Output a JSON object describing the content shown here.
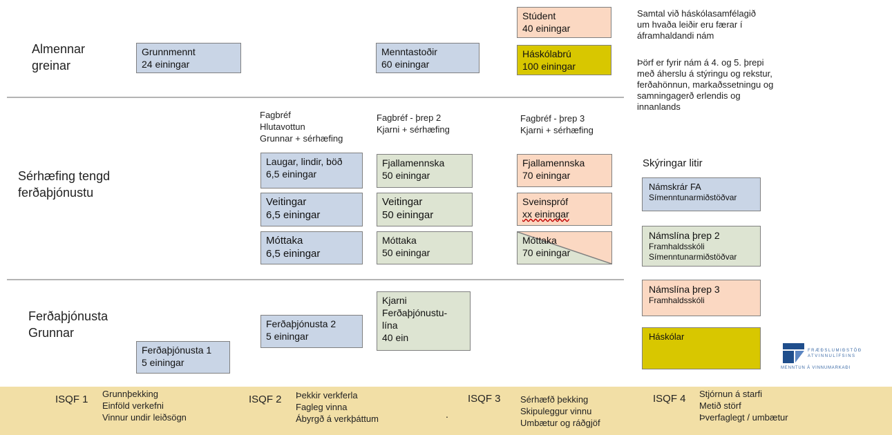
{
  "rows": {
    "almennar": "Almennar\ngreinar",
    "serhaefing": "Sérhæfing tengd\nferðaþjónustu",
    "grunnar": "Ferðaþjónusta\nGrunnar"
  },
  "boxes": {
    "grunnmennt": [
      "Grunnmennt",
      "24 einingar"
    ],
    "menntastodir": [
      "Menntastoðir",
      "60 einingar"
    ],
    "student": [
      "Stúdent",
      "40 einingar"
    ],
    "haskolabru": [
      "Háskólabrú",
      "100 einingar"
    ],
    "laugar": [
      "Laugar, lindir, böð",
      "6,5 einingar"
    ],
    "veitingar1": [
      "Veitingar",
      "6,5 einingar"
    ],
    "mottaka1": [
      "Móttaka",
      "6,5 einingar"
    ],
    "fjall2": [
      "Fjallamennska",
      "50 einingar"
    ],
    "veitingar2": [
      "Veitingar",
      "50 einingar"
    ],
    "mottaka2": [
      "Móttaka",
      "50 einingar"
    ],
    "fjall3": [
      "Fjallamennska",
      "70 einingar"
    ],
    "sveinsprof": [
      "Sveinspróf",
      "xx einingar"
    ],
    "mottaka3": [
      "Móttaka",
      "70 einingar"
    ],
    "kjarni": [
      "Kjarni",
      "Ferðaþjónustu-",
      "lína",
      "40 ein"
    ],
    "ferd2": [
      "Ferðaþjónusta 2",
      "5 einingar"
    ],
    "ferd1": [
      "Ferðaþjónusta 1",
      "5 einingar"
    ]
  },
  "headers": {
    "fagbref1": [
      "Fagbréf",
      "Hlutavottun",
      "Grunnar + sérhæfing"
    ],
    "fagbref2": [
      "Fagbréf - þrep 2",
      "Kjarni + sérhæfing"
    ],
    "fagbref3": [
      "Fagbréf - þrep 3",
      "Kjarni + sérhæfing"
    ]
  },
  "notes": {
    "samtal": "Samtal við háskólasamfélagið um hvaða leiðir eru færar í áframhaldandi nám",
    "thorf": "Þörf er fyrir nám á 4. og 5. þrepi með áherslu á stýringu og rekstur, ferðahönnun, markaðssetningu og samningagerð erlendis og innanlands"
  },
  "legend": {
    "title": "Skýringar litir",
    "items": [
      {
        "main": "Námskrár FA",
        "sub": [
          "Símenntunarmiðstöðvar"
        ],
        "color": "#c9d5e6"
      },
      {
        "main": "Námslína þrep 2",
        "sub": [
          "Framhaldsskóli",
          "Símenntunarmiðstöðvar"
        ],
        "color": "#dde4d2"
      },
      {
        "main": "Námslína þrep 3",
        "sub": [
          "Framhaldsskóli"
        ],
        "color": "#fbd8c2"
      },
      {
        "main": "Háskólar",
        "sub": [],
        "color": "#d8c700"
      }
    ]
  },
  "logo": {
    "line1": "FRÆÐSLUMIÐSTÖÐ",
    "line2": "ATVINNULÍFSINS",
    "line3": "MENNTUN Á VINNUMARKAÐI"
  },
  "footer": {
    "isqf1": {
      "label": "ISQF 1",
      "lines": [
        "Grunnþekking",
        "Einföld verkefni",
        "Vinnur undir leiðsögn"
      ]
    },
    "isqf2": {
      "label": "ISQF 2",
      "lines": [
        "Þekkir verkferla",
        "Fagleg vinna",
        "Ábyrgð á verkþáttum"
      ]
    },
    "isqf3": {
      "label": "ISQF 3",
      "lines": [
        "Sérhæfð þekking",
        "Skipuleggur vinnu",
        "Umbætur og ráðgjöf"
      ]
    },
    "isqf4": {
      "label": "ISQF 4",
      "lines": [
        "Stjórnun á starfi",
        "Metið störf",
        "Þverfaglegt / umbætur"
      ]
    },
    "dot": "."
  }
}
